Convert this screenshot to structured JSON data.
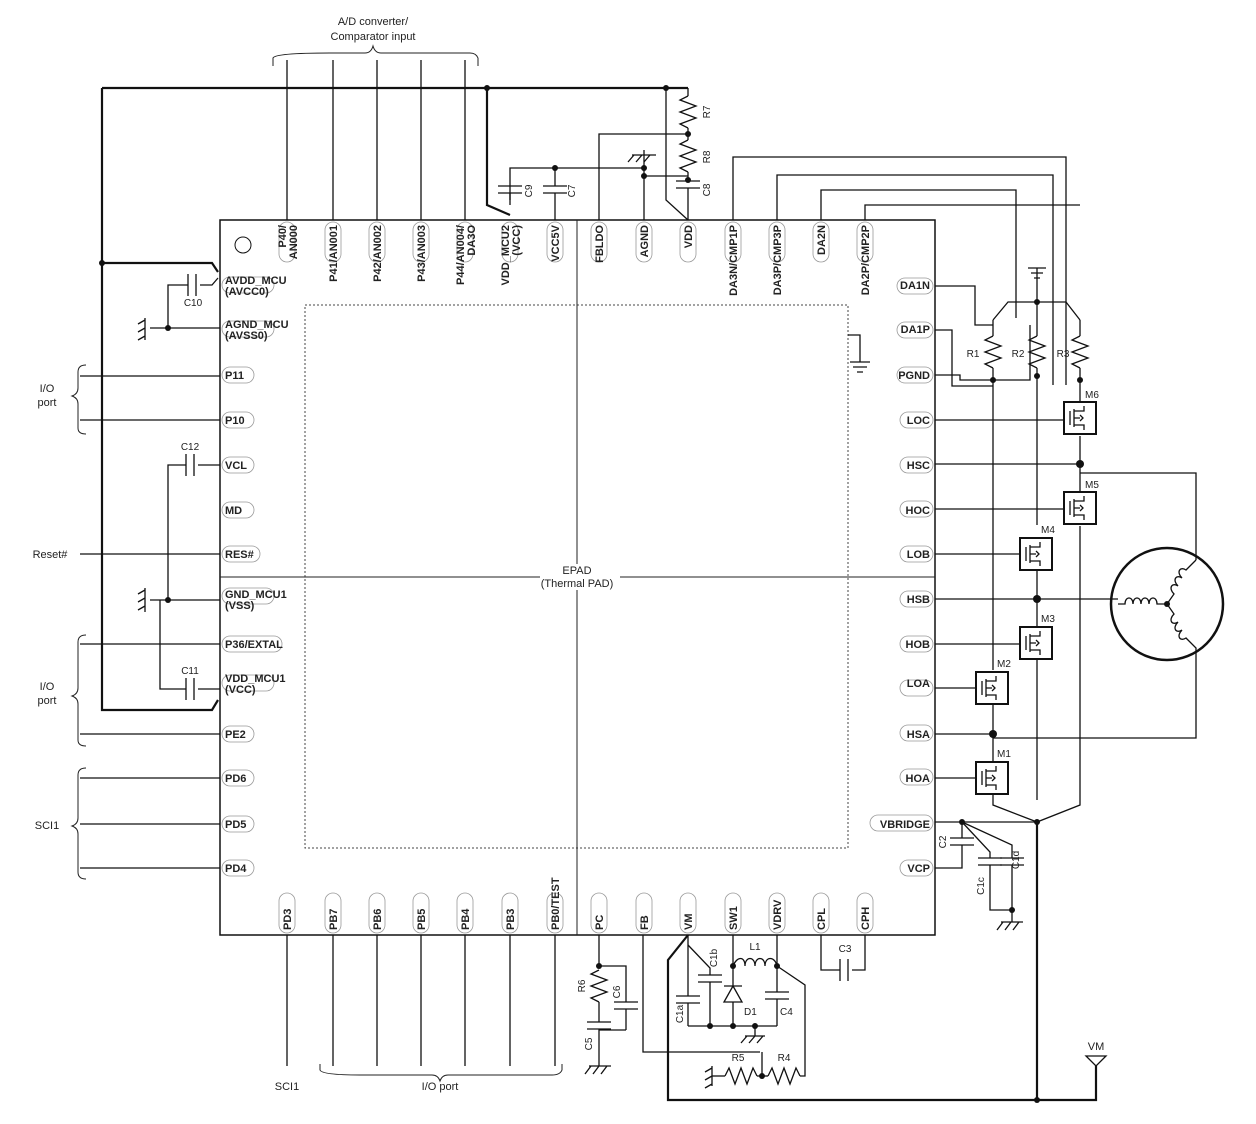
{
  "labels": {
    "ad_converter": "A/D converter/",
    "comparator_input": "Comparator input",
    "epad": "EPAD",
    "thermal_pad": "(Thermal PAD)",
    "io_port_1": "I/O",
    "io_port_1b": "port",
    "io_port_2": "I/O",
    "io_port_2b": "port",
    "reset": "Reset#",
    "sci1_left": "SCI1",
    "sci1_bottom": "SCI1",
    "io_port_bottom": "I/O port",
    "vm_supply": "VM"
  },
  "pins": {
    "top": [
      "P40/\nAN000",
      "P41/AN001",
      "P42/AN002",
      "P43/AN003",
      "P44/AN004/\nDA3O",
      "VDD_MCU2\n(VCC)",
      "VCC5V",
      "FBLDO",
      "AGND",
      "VDD",
      "DA3N/CMP1P",
      "DA3P/CMP3P",
      "DA2N",
      "DA2P/CMP2P"
    ],
    "left": [
      "AVDD_MCU\n(AVCC0)",
      "AGND_MCU\n(AVSS0)",
      "P11",
      "P10",
      "VCL",
      "MD",
      "RES#",
      "GND_MCU1\n(VSS)",
      "P36/EXTAL",
      "VDD_MCU1\n(VCC)",
      "PE2",
      "PD6",
      "PD5",
      "PD4"
    ],
    "right": [
      "DA1N",
      "DA1P",
      "PGND",
      "LOC",
      "HSC",
      "HOC",
      "LOB",
      "HSB",
      "HOB",
      "LOA",
      "HSA",
      "HOA",
      "VBRIDGE",
      "VCP"
    ],
    "bottom": [
      "PD3",
      "PB7",
      "PB6",
      "PB5",
      "PB4",
      "PB3",
      "PB0/TEST",
      "PC",
      "FB",
      "VM",
      "SW1",
      "VDRV",
      "CPL",
      "CPH"
    ]
  },
  "components": {
    "r7": "R7",
    "r8": "R8",
    "c8": "C8",
    "c9": "C9",
    "c7": "C7",
    "c10": "C10",
    "c12": "C12",
    "c11": "C11",
    "r1": "R1",
    "r2": "R2",
    "r3": "R3",
    "m1": "M1",
    "m2": "M2",
    "m3": "M3",
    "m4": "M4",
    "m5": "M5",
    "m6": "M6",
    "c2": "C2",
    "c1c": "C1c",
    "c1d": "C1d",
    "c3": "C3",
    "r6": "R6",
    "c6": "C6",
    "c5": "C5",
    "c1a": "C1a",
    "c1b": "C1b",
    "d1": "D1",
    "l1": "L1",
    "c4": "C4",
    "r5": "R5",
    "r4": "R4"
  }
}
